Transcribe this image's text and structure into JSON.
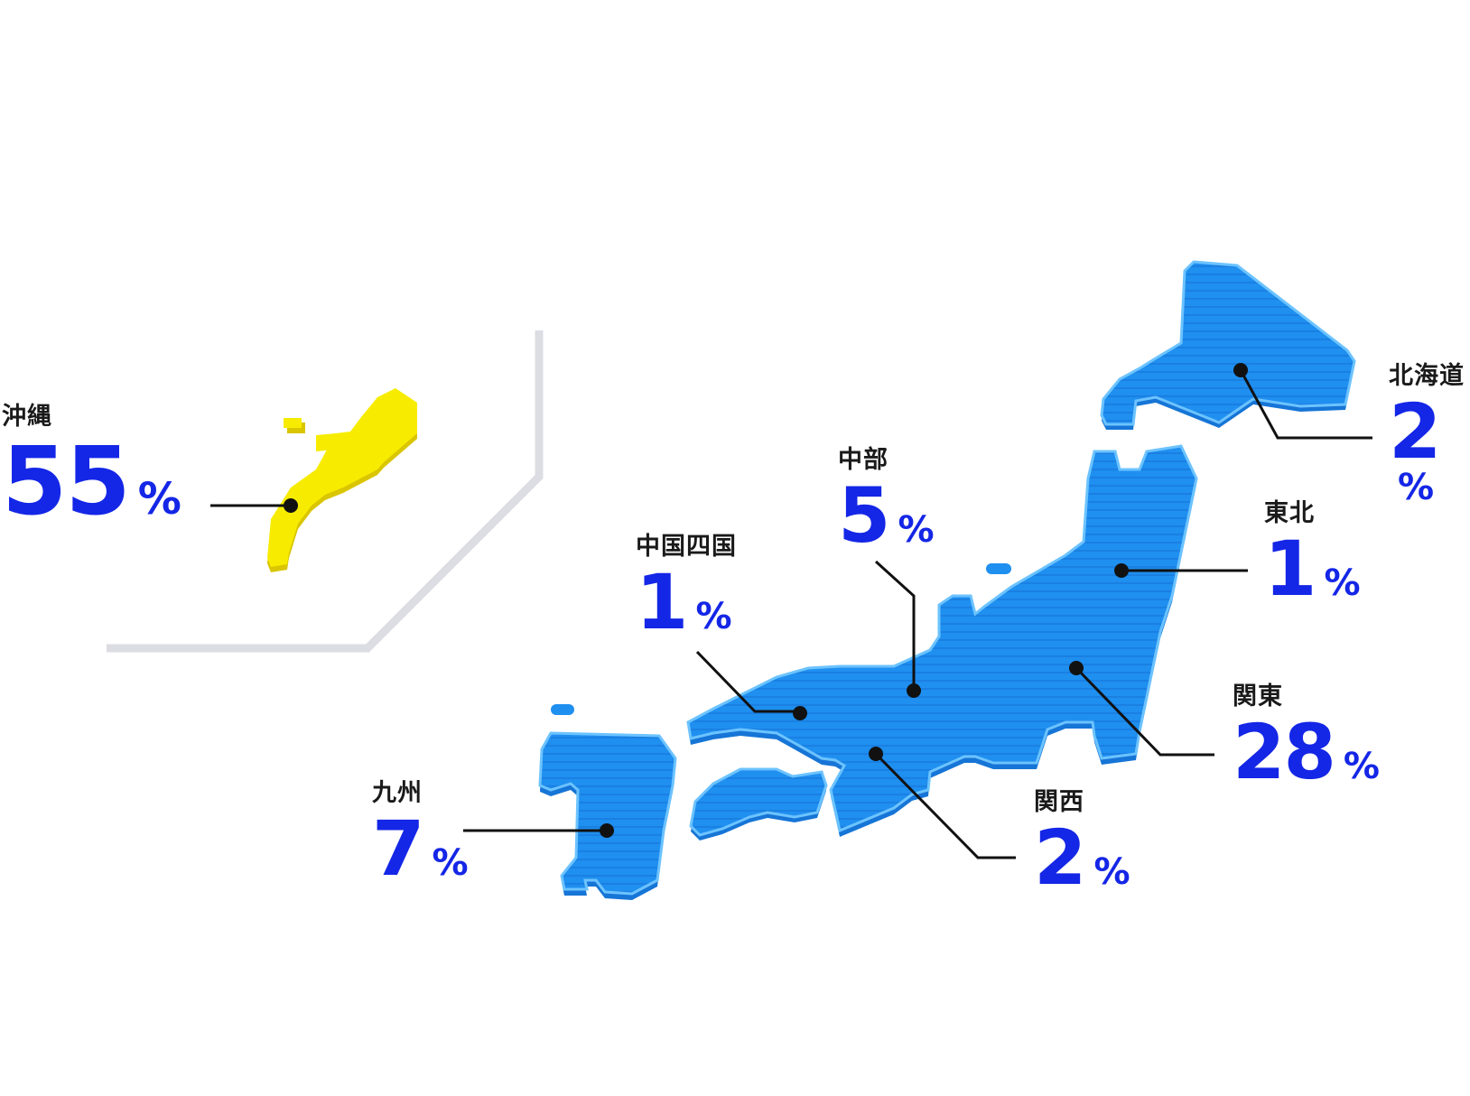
{
  "colors": {
    "mainland": "#1f8ff0",
    "mainland_edge": "#1675d6",
    "mainland_highlight": "#6cc3ff",
    "okinawa": "#f7ec00",
    "okinawa_edge": "#d9c500",
    "divider": "#dcdce3",
    "value_text": "#1426e6",
    "label_text": "#1a1a1a"
  },
  "regions": [
    {
      "id": "okinawa",
      "name": "沖縄",
      "value": "55",
      "unit": "%",
      "value_pct": 55
    },
    {
      "id": "hokkaido",
      "name": "北海道",
      "value": "2",
      "unit": "%",
      "value_pct": 2
    },
    {
      "id": "tohoku",
      "name": "東北",
      "value": "1",
      "unit": "%",
      "value_pct": 1
    },
    {
      "id": "chubu",
      "name": "中部",
      "value": "5",
      "unit": "%",
      "value_pct": 5
    },
    {
      "id": "chugoku-shikoku",
      "name": "中国四国",
      "value": "1",
      "unit": "%",
      "value_pct": 1
    },
    {
      "id": "kanto",
      "name": "関東",
      "value": "28",
      "unit": "%",
      "value_pct": 28
    },
    {
      "id": "kansai",
      "name": "関西",
      "value": "2",
      "unit": "%",
      "value_pct": 2
    },
    {
      "id": "kyushu",
      "name": "九州",
      "value": "7",
      "unit": "%",
      "value_pct": 7
    }
  ]
}
